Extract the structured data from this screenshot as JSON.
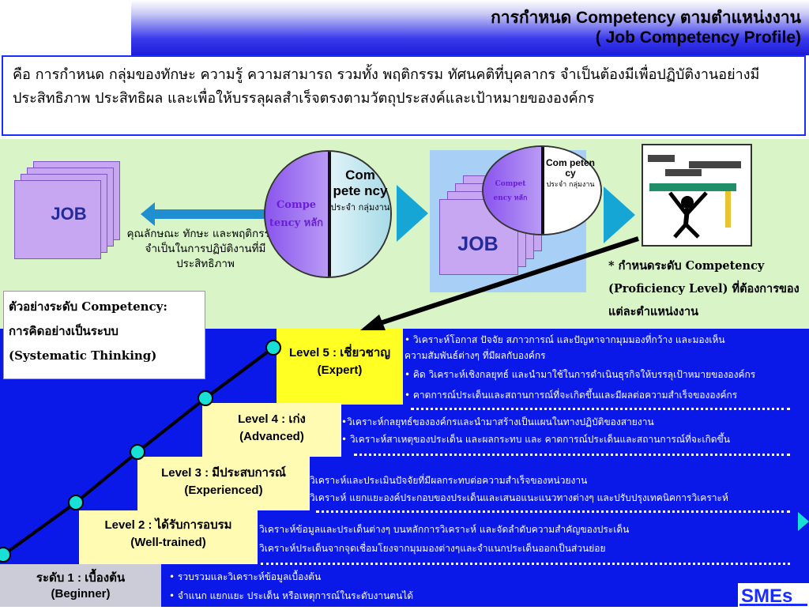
{
  "header": {
    "title_th": "การกำหนด Competency ตามตำแหน่งงาน",
    "title_en": "( Job Competency Profile)"
  },
  "definition": "คือ การกำหนด กลุ่มของทักษะ ความรู้ ความสามารถ รวมทั้ง พฤติกรรม ทัศนคติที่บุคลากร จำเป็นต้องมีเพื่อปฏิบัติงานอย่างมีประสิทธิภาพ ประสิทธิผล และเพื่อให้บรรลุผลสำเร็จตรงตามวัตถุประสงค์และเป้าหมายขององค์กร",
  "diagram": {
    "job_label": "JOB",
    "arrow_text": "คุณลักษณะ ทักษะ และพฤติกรรมที่จำเป็นในการปฏิบัติงานที่มีประสิทธิภาพ",
    "core_label": "Compe tency หลัก",
    "functional_title": "Com pete ncy",
    "functional_sub": "ประจำ กลุ่มงาน",
    "job_label2": "JOB",
    "core_label2": "Compet ency หลัก",
    "functional_title2": "Com peten cy",
    "functional_sub2": "ประจำ กลุ่มงาน",
    "proficiency_note": "* กำหนดระดับ Competency (Proficiency Level) ที่ต้องการของแต่ละตำแหน่งงาน"
  },
  "example": {
    "line1": "ตัวอย่างระดับ Competency:",
    "line2": "การคิดอย่างเป็นระบบ",
    "line3": "(Systematic Thinking)"
  },
  "levels": [
    {
      "name": "Level 5 : เชี่ยวชาญ",
      "sub": "(Expert)",
      "bullets": [
        "• วิเคราะห์โอกาส ปัจจัย สภาวการณ์ และปัญหาจากมุมมองที่กว้าง และมองเห็น",
        "  ความสัมพันธ์ต่างๆ ที่มีผลกับองค์กร",
        "• คิด วิเคราะห์เชิงกลยุทธ์ และนำมาใช้ในการดำเนินธุรกิจให้บรรลุเป้าหมายขององค์กร",
        "• คาดการณ์ประเด็นและสถานการณ์ที่จะเกิดขึ้นและมีผลต่อความสำเร็จขององค์กร"
      ]
    },
    {
      "name": "Level 4 : เก่ง",
      "sub": "(Advanced)",
      "bullets": [
        "•วิเคราะห์กลยุทธ์ขององค์กรและนำมาสร้างเป็นแผนในทางปฏิบัติของสายงาน",
        "• วิเคราะห์สาเหตุของประเด็น และผลกระทบ และ คาดการณ์ประเด็นและสถานการณ์ที่จะเกิดขึ้น"
      ]
    },
    {
      "name": "Level 3 : มีประสบการณ์",
      "sub": "(Experienced)",
      "bullets": [
        "วิเคราะห์และประเมินปัจจัยที่มีผลกระทบต่อความสำเร็จของหน่วยงาน",
        "วิเคราะห์ แยกแยะองค์ประกอบของประเด็นและเสนอแนะแนวทางต่างๆ และปรับปรุงเทคนิคการวิเคราะห์"
      ]
    },
    {
      "name": "Level 2 : ได้รับการอบรม",
      "sub": "(Well-trained)",
      "bullets": [
        "วิเคราะห์ข้อมูลและประเด็นต่างๆ บนหลักการวิเคราะห์ และจัดลำดับความสำคัญของประเด็น",
        "วิเคราะห์ประเด็นจากจุดเชื่อมโยงจากมุมมองต่างๆและจำแนกประเด็นออกเป็นส่วนย่อย"
      ]
    },
    {
      "name": "ระดับ 1 : เบื้องต้น",
      "sub": "(Beginner)",
      "bullets": [
        "• รวบรวมและวิเคราะห์ข้อมูลเบื้องต้น",
        "• จำแนก แยกแยะ ประเด็น หรือเหตุการณ์ในระดับงานตนได้"
      ]
    }
  ],
  "logo_text": "SMEs",
  "colors": {
    "header_blue": "#1b1bd8",
    "green_bg": "#d9f5c8",
    "blue_bg": "#0a18e8",
    "level_yellow": "#ffff24",
    "level_pale": "#fffbb3",
    "marker_cyan": "#19e0d6",
    "purple": "#8a55ee",
    "cyan_arrow": "#16a6d6"
  }
}
